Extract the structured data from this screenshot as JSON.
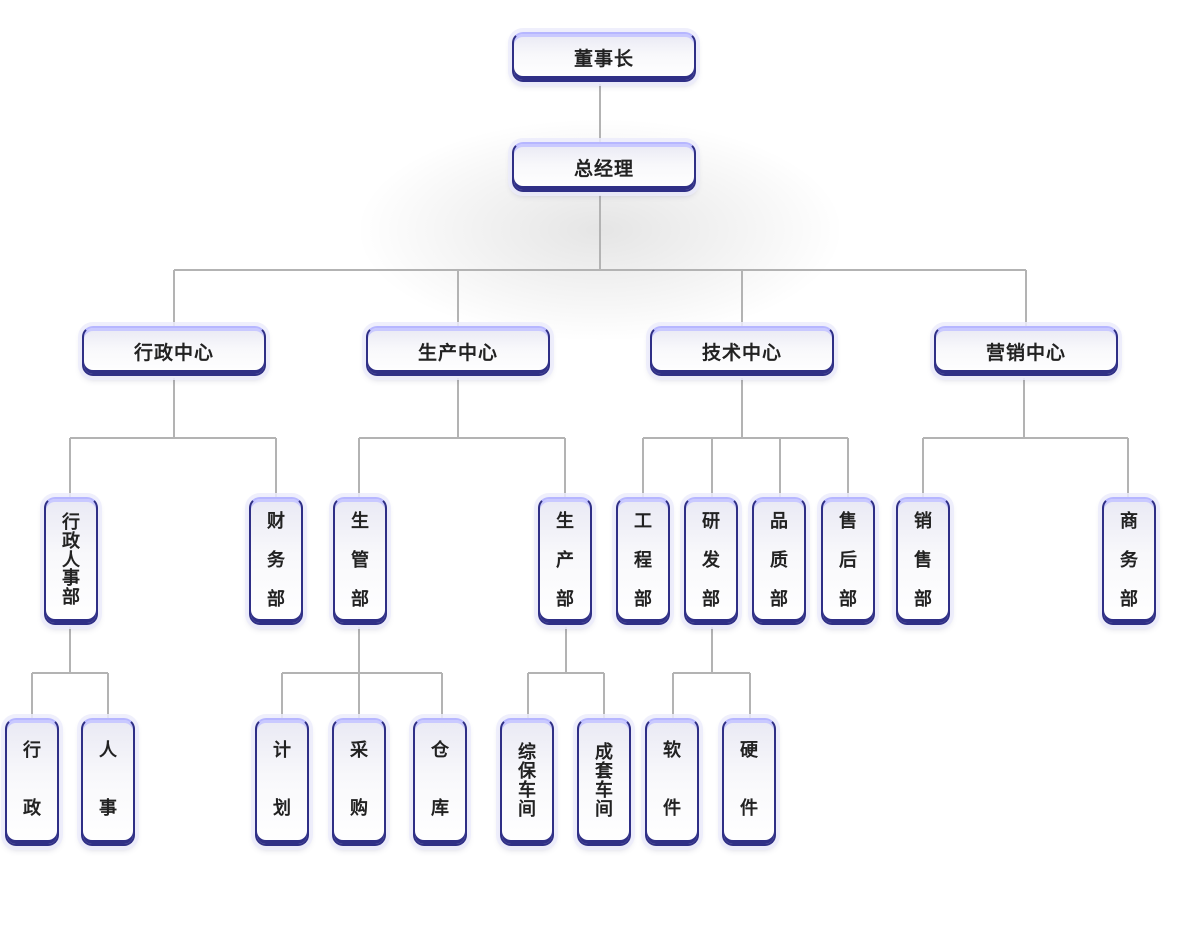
{
  "nodes": {
    "chairman": "董事长",
    "gm": "总经理",
    "admin_center": "行政中心",
    "production_center": "生产中心",
    "tech_center": "技术中心",
    "marketing_center": "营销中心",
    "admin_hr_dept": "行政人事部",
    "finance_dept": "财务部",
    "prod_mgmt_dept": "生管部",
    "production_dept": "生产部",
    "engineering_dept": "工程部",
    "rd_dept": "研发部",
    "quality_dept": "品质部",
    "aftersales_dept": "售后部",
    "sales_dept": "销售部",
    "business_dept": "商务部",
    "admin": "行政",
    "hr": "人事",
    "planning": "计划",
    "purchasing": "采购",
    "warehouse": "仓库",
    "general_workshop": "综保车间",
    "assembly_workshop": "成套车间",
    "software": "软件",
    "hardware": "硬件"
  }
}
